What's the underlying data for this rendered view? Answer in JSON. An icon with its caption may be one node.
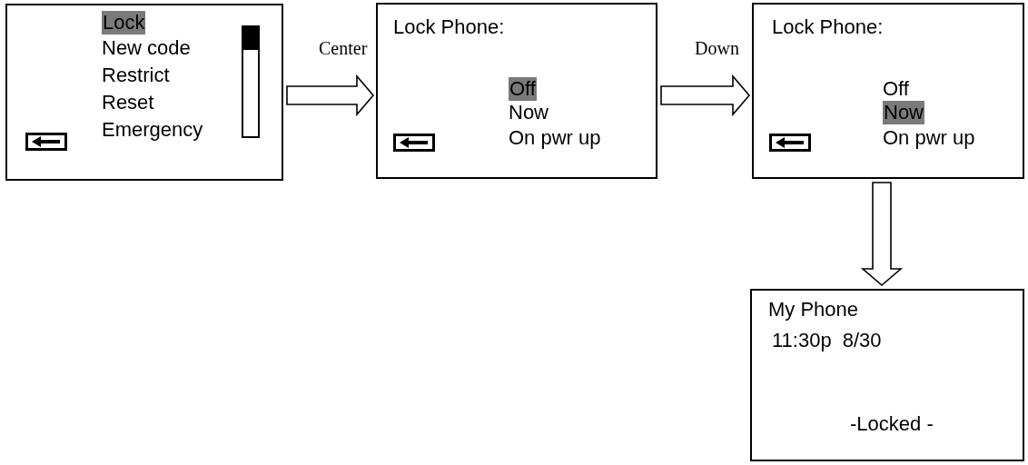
{
  "diagram": {
    "nodes": [
      {
        "text": [
          "Lock",
          "New code",
          "Restrict",
          "Reset",
          "Emergency"
        ]
      },
      {
        "text": [
          "Lock Phone:",
          "Off",
          "Now",
          "On pwr up"
        ]
      },
      {
        "text": [
          "Lock Phone:",
          "Off",
          "Now",
          "On pwr up"
        ]
      },
      {
        "text": [
          "My Phone",
          "11:30p 8/30",
          "-Locked -"
        ]
      }
    ],
    "edges": [
      {
        "from": 0,
        "to": 1,
        "arrow": "to",
        "label": "Center"
      },
      {
        "from": 1,
        "to": 2,
        "arrow": "to",
        "label": "Down"
      },
      {
        "from": 2,
        "to": 3,
        "arrow": "to"
      }
    ]
  }
}
